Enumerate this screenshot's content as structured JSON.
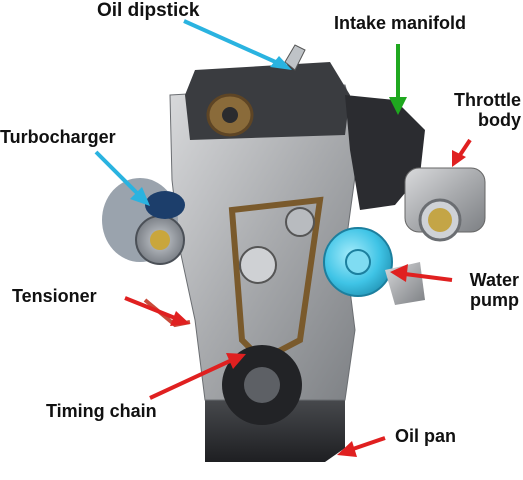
{
  "labels": {
    "oil_dipstick": "Oil dipstick",
    "intake_manifold": "Intake manifold",
    "throttle_body_line1": "Throttle",
    "throttle_body_line2": "body",
    "turbocharger": "Turbocharger",
    "tensioner": "Tensioner",
    "water_pump_line1": "Water",
    "water_pump_line2": "pump",
    "timing_chain": "Timing chain",
    "oil_pan": "Oil pan"
  },
  "arrow_colors": {
    "oil_dipstick": "#2ab3e0",
    "intake_manifold": "#1fa81f",
    "throttle_body": "#e02020",
    "turbocharger": "#2ab3e0",
    "tensioner": "#e02020",
    "water_pump": "#e02020",
    "timing_chain": "#e02020",
    "oil_pan": "#e02020"
  }
}
